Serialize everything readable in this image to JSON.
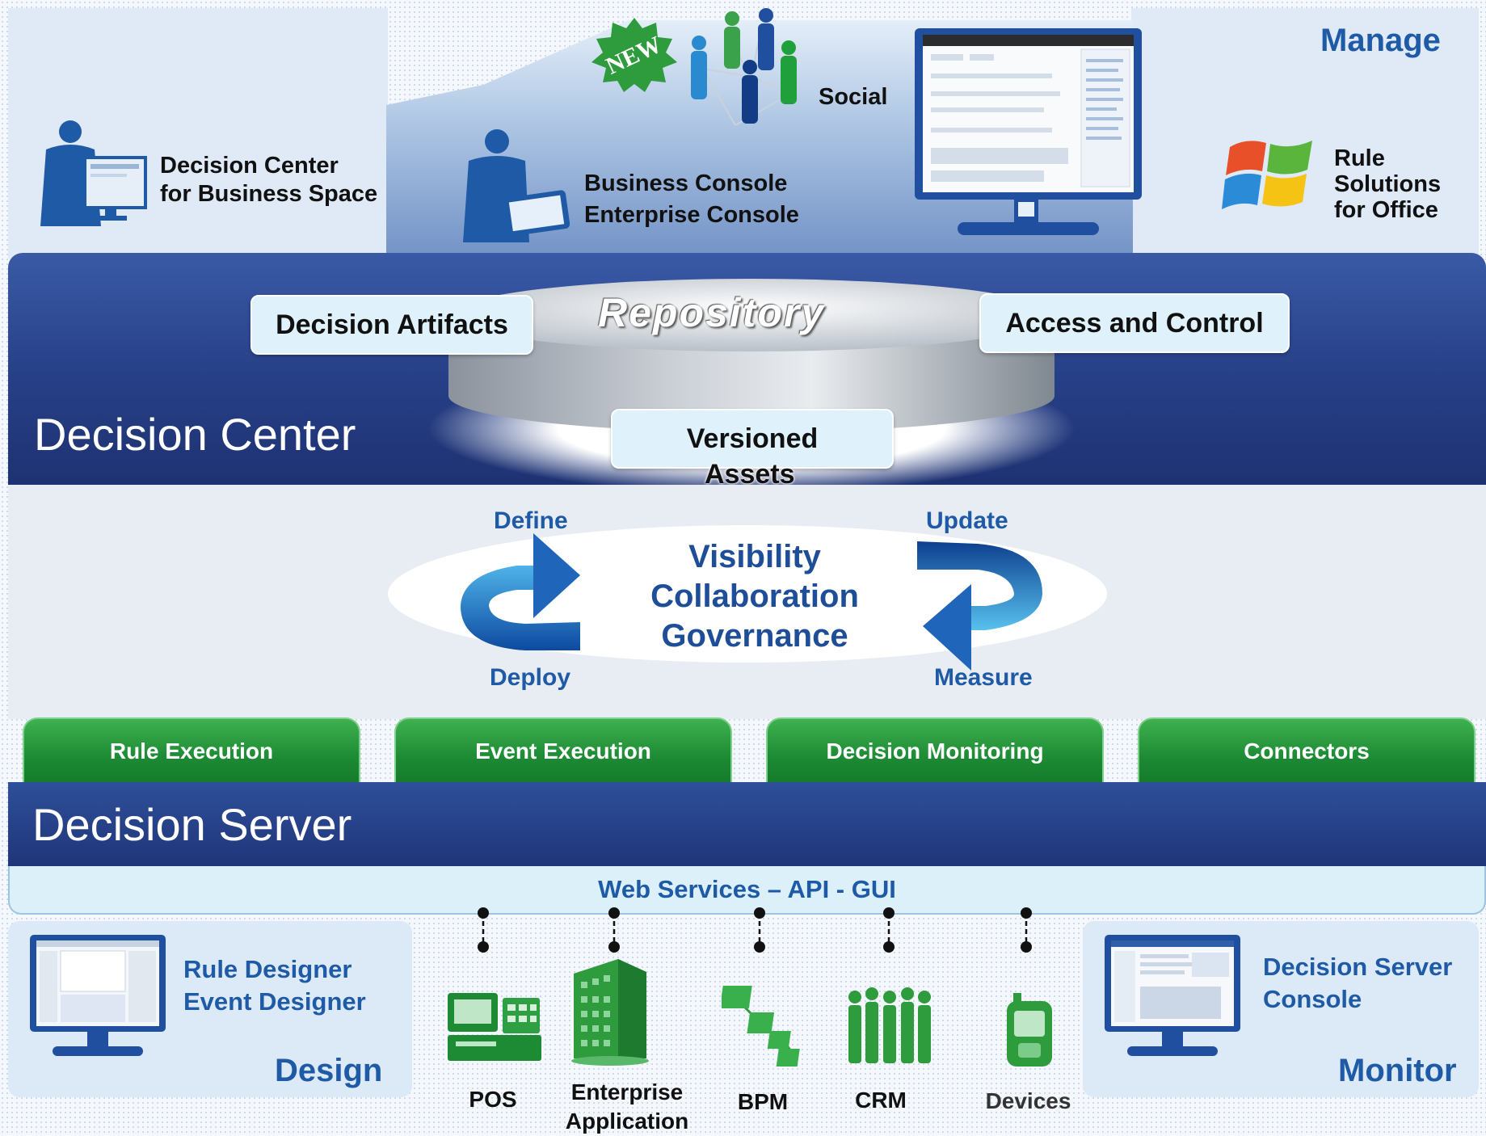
{
  "manage": {
    "region_label": "Manage",
    "new_badge": "NEW",
    "social": "Social",
    "decision_center_business_space": [
      "Decision Center",
      "for Business Space"
    ],
    "consoles": [
      "Business Console",
      "Enterprise Console"
    ],
    "rule_solutions_office": [
      "Rule",
      "Solutions",
      "for Office"
    ]
  },
  "decision_center": {
    "title": "Decision Center",
    "repository": "Repository",
    "decision_artifacts": "Decision Artifacts",
    "access_control": "Access and Control",
    "versioned_assets": [
      "Versioned",
      "Assets"
    ]
  },
  "cycle": {
    "define": "Define",
    "update": "Update",
    "deploy": "Deploy",
    "measure": "Measure",
    "center": [
      "Visibility",
      "Collaboration",
      "Governance"
    ]
  },
  "server_tabs": [
    "Rule Execution",
    "Event Execution",
    "Decision Monitoring",
    "Connectors"
  ],
  "decision_server": {
    "title": "Decision Server",
    "interfaces": "Web Services – API - GUI"
  },
  "design": {
    "tools": [
      "Rule Designer",
      "Event Designer"
    ],
    "region_label": "Design"
  },
  "monitor": {
    "tools": [
      "Decision Server",
      "Console"
    ],
    "region_label": "Monitor"
  },
  "endpoints": {
    "pos": "POS",
    "enterprise_application": [
      "Enterprise",
      "Application"
    ],
    "bpm": "BPM",
    "crm": "CRM",
    "devices": "Devices"
  },
  "colors": {
    "navy_band": "#263f86",
    "green_tab": "#1d8a34",
    "label_blue": "#1f5aa6",
    "light_cyan": "#dff2fb"
  }
}
